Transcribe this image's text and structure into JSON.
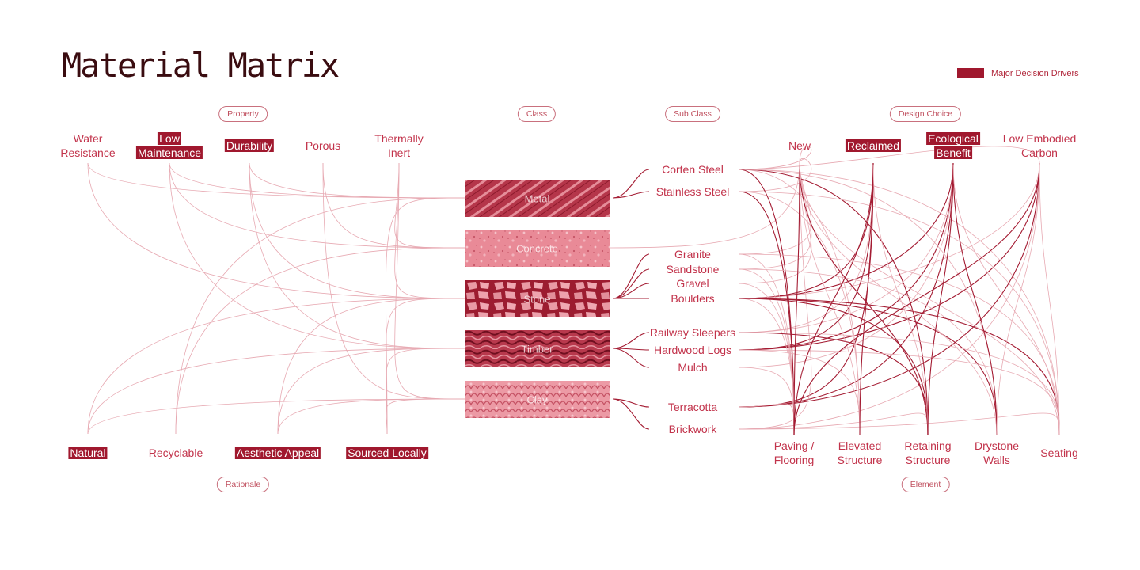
{
  "title": "Material Matrix",
  "legend": {
    "label": "Major Decision Drivers",
    "color": "#a0182e"
  },
  "colors": {
    "text": "#c2334b",
    "major_fill": "#a0182e",
    "link_light": "#e7a9b2",
    "link_dark": "#a41c33",
    "title": "#3a0c10"
  },
  "groups": {
    "property": "Property",
    "class": "Class",
    "subclass": "Sub Class",
    "design_choice": "Design Choice",
    "rationale": "Rationale",
    "element": "Element"
  },
  "properties": [
    {
      "id": "water",
      "label": "Water\nResistance",
      "major": false
    },
    {
      "id": "lowmaint",
      "label": "Low\nMaintenance",
      "major": true
    },
    {
      "id": "durability",
      "label": "Durability",
      "major": true
    },
    {
      "id": "porous",
      "label": "Porous",
      "major": false
    },
    {
      "id": "thermal",
      "label": "Thermally\nInert",
      "major": false
    }
  ],
  "classes": [
    {
      "id": "metal",
      "label": "Metal",
      "texture": "diagonal-plates"
    },
    {
      "id": "concrete",
      "label": "Concrete",
      "texture": "speckle"
    },
    {
      "id": "stone",
      "label": "Stone",
      "texture": "cracked-paving"
    },
    {
      "id": "timber",
      "label": "Timber",
      "texture": "bark"
    },
    {
      "id": "clay",
      "label": "Clay",
      "texture": "brick-scales"
    }
  ],
  "subclasses": [
    {
      "id": "corten",
      "label": "Corten Steel",
      "class": "metal"
    },
    {
      "id": "stainless",
      "label": "Stainless Steel",
      "class": "metal"
    },
    {
      "id": "granite",
      "label": "Granite",
      "class": "stone"
    },
    {
      "id": "sandstone",
      "label": "Sandstone",
      "class": "stone"
    },
    {
      "id": "gravel",
      "label": "Gravel",
      "class": "stone"
    },
    {
      "id": "boulders",
      "label": "Boulders",
      "class": "stone"
    },
    {
      "id": "sleepers",
      "label": "Railway Sleepers",
      "class": "timber"
    },
    {
      "id": "logs",
      "label": "Hardwood Logs",
      "class": "timber"
    },
    {
      "id": "mulch",
      "label": "Mulch",
      "class": "timber"
    },
    {
      "id": "terracotta",
      "label": "Terracotta",
      "class": "clay"
    },
    {
      "id": "brickwork",
      "label": "Brickwork",
      "class": "clay"
    }
  ],
  "design_choices": [
    {
      "id": "new",
      "label": "New",
      "major": false
    },
    {
      "id": "reclaimed",
      "label": "Reclaimed",
      "major": true
    },
    {
      "id": "eco",
      "label": "Ecological\nBenefit",
      "major": true
    },
    {
      "id": "carbon",
      "label": "Low Embodied\nCarbon",
      "major": false
    }
  ],
  "rationales": [
    {
      "id": "natural",
      "label": "Natural",
      "major": true
    },
    {
      "id": "recyclable",
      "label": "Recyclable",
      "major": false
    },
    {
      "id": "aesthetic",
      "label": "Aesthetic Appeal",
      "major": true
    },
    {
      "id": "local",
      "label": "Sourced Locally",
      "major": true
    }
  ],
  "elements": [
    {
      "id": "paving",
      "label": "Paving /\nFlooring"
    },
    {
      "id": "elevated",
      "label": "Elevated\nStructure"
    },
    {
      "id": "retaining",
      "label": "Retaining\nStructure"
    },
    {
      "id": "drystone",
      "label": "Drystone\nWalls"
    },
    {
      "id": "seating",
      "label": "Seating"
    }
  ],
  "links": {
    "property_class": [
      [
        "water",
        "metal"
      ],
      [
        "water",
        "stone"
      ],
      [
        "lowmaint",
        "metal"
      ],
      [
        "lowmaint",
        "concrete"
      ],
      [
        "lowmaint",
        "timber"
      ],
      [
        "durability",
        "metal"
      ],
      [
        "durability",
        "stone"
      ],
      [
        "durability",
        "timber"
      ],
      [
        "porous",
        "concrete"
      ],
      [
        "porous",
        "clay"
      ],
      [
        "thermal",
        "stone"
      ],
      [
        "thermal",
        "concrete"
      ],
      [
        "thermal",
        "clay"
      ]
    ],
    "rationale_class": [
      [
        "natural",
        "stone"
      ],
      [
        "natural",
        "timber"
      ],
      [
        "natural",
        "clay"
      ],
      [
        "recyclable",
        "metal"
      ],
      [
        "recyclable",
        "concrete"
      ],
      [
        "aesthetic",
        "stone"
      ],
      [
        "aesthetic",
        "timber"
      ],
      [
        "aesthetic",
        "clay"
      ],
      [
        "local",
        "metal"
      ],
      [
        "local",
        "stone"
      ],
      [
        "local",
        "timber"
      ],
      [
        "local",
        "clay"
      ]
    ],
    "class_subclass": [
      [
        "metal",
        "corten"
      ],
      [
        "metal",
        "stainless"
      ],
      [
        "stone",
        "granite"
      ],
      [
        "stone",
        "sandstone"
      ],
      [
        "stone",
        "gravel"
      ],
      [
        "stone",
        "boulders"
      ],
      [
        "timber",
        "sleepers"
      ],
      [
        "timber",
        "logs"
      ],
      [
        "timber",
        "mulch"
      ],
      [
        "clay",
        "terracotta"
      ],
      [
        "clay",
        "brickwork"
      ],
      [
        "concrete",
        "new"
      ]
    ],
    "subclass_choice": [
      [
        "corten",
        "new"
      ],
      [
        "stainless",
        "new"
      ],
      [
        "granite",
        "new"
      ],
      [
        "sandstone",
        "new"
      ],
      [
        "gravel",
        "new"
      ],
      [
        "boulders",
        "reclaimed"
      ],
      [
        "boulders",
        "eco"
      ],
      [
        "boulders",
        "carbon"
      ],
      [
        "sleepers",
        "reclaimed"
      ],
      [
        "sleepers",
        "eco"
      ],
      [
        "logs",
        "reclaimed"
      ],
      [
        "logs",
        "eco"
      ],
      [
        "logs",
        "carbon"
      ],
      [
        "mulch",
        "eco"
      ],
      [
        "terracotta",
        "reclaimed"
      ],
      [
        "terracotta",
        "eco"
      ],
      [
        "terracotta",
        "carbon"
      ],
      [
        "brickwork",
        "new"
      ],
      [
        "brickwork",
        "carbon"
      ],
      [
        "corten",
        "carbon"
      ]
    ],
    "subclass_element": [
      [
        "corten",
        "paving"
      ],
      [
        "corten",
        "elevated"
      ],
      [
        "corten",
        "retaining"
      ],
      [
        "corten",
        "drystone"
      ],
      [
        "corten",
        "seating"
      ],
      [
        "stainless",
        "paving"
      ],
      [
        "stainless",
        "elevated"
      ],
      [
        "stainless",
        "seating"
      ],
      [
        "granite",
        "paving"
      ],
      [
        "granite",
        "seating"
      ],
      [
        "sandstone",
        "paving"
      ],
      [
        "sandstone",
        "drystone"
      ],
      [
        "gravel",
        "paving"
      ],
      [
        "boulders",
        "paving"
      ],
      [
        "boulders",
        "retaining"
      ],
      [
        "boulders",
        "drystone"
      ],
      [
        "boulders",
        "seating"
      ],
      [
        "sleepers",
        "retaining"
      ],
      [
        "sleepers",
        "seating"
      ],
      [
        "logs",
        "elevated"
      ],
      [
        "logs",
        "seating"
      ],
      [
        "mulch",
        "paving"
      ],
      [
        "terracotta",
        "paving"
      ],
      [
        "brickwork",
        "retaining"
      ],
      [
        "brickwork",
        "seating"
      ]
    ],
    "choice_element": [
      [
        "new",
        "paving"
      ],
      [
        "new",
        "elevated"
      ],
      [
        "new",
        "retaining"
      ],
      [
        "new",
        "drystone"
      ],
      [
        "new",
        "seating"
      ],
      [
        "reclaimed",
        "paving"
      ],
      [
        "reclaimed",
        "elevated"
      ],
      [
        "reclaimed",
        "retaining"
      ],
      [
        "eco",
        "retaining"
      ],
      [
        "eco",
        "drystone"
      ],
      [
        "eco",
        "seating"
      ],
      [
        "carbon",
        "paving"
      ],
      [
        "carbon",
        "drystone"
      ],
      [
        "carbon",
        "seating"
      ]
    ]
  },
  "major_links": [
    "boulders-reclaimed",
    "boulders-eco",
    "logs-reclaimed",
    "logs-eco",
    "terracotta-reclaimed",
    "terracotta-eco",
    "terracotta-carbon",
    "corten-paving",
    "corten-retaining",
    "stainless-paving",
    "boulders-retaining",
    "boulders-drystone",
    "reclaimed-paving",
    "reclaimed-elevated",
    "eco-retaining",
    "eco-drystone",
    "carbon-paving",
    "new-paving",
    "new-retaining",
    "logs-carbon",
    "boulders-seating",
    "sleepers-retaining"
  ]
}
